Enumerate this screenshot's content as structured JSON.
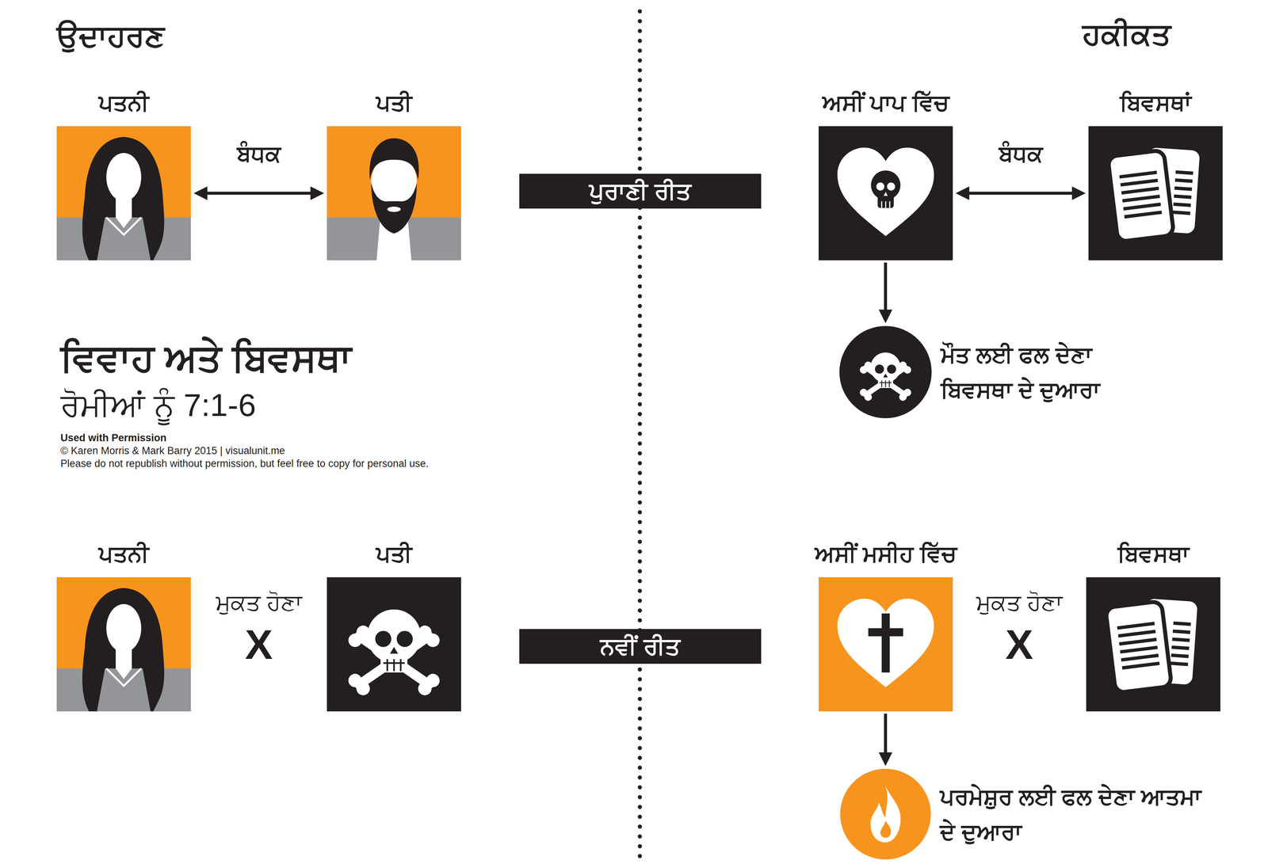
{
  "diagram": {
    "title": "ਵਿਵਾਹ ਅਤੇ ਬਿਵਸਥਾ",
    "nodes": [
      {
        "text": [
          "ਪਤਨੀ"
        ]
      },
      {
        "text": [
          "ਪਤੀ"
        ]
      },
      {
        "text": [
          "ਪੁਰਾਣੀ ਰੀਤ"
        ]
      },
      {
        "text": [
          "ਅਸੀਂ ਪਾਪ ਵਿੱਚ"
        ]
      },
      {
        "text": [
          "ਬਿਵਸਥਾਂ"
        ]
      },
      {
        "text": [
          "ਮੌਤ ਲਈ ਫਲ ਦੇਣਾ ਬਿਵਸਥਾ ਦੇ ਦੁਆਰਾ"
        ]
      },
      {
        "text": [
          "ਪਤਨੀ"
        ]
      },
      {
        "text": [
          "ਪਤੀ"
        ]
      },
      {
        "text": [
          "ਨਵੀਂ ਰੀਤ"
        ]
      },
      {
        "text": [
          "ਅਸੀਂ ਮਸੀਹ ਵਿੱਚ"
        ]
      },
      {
        "text": [
          "ਬਿਵਸਥਾ"
        ]
      },
      {
        "text": [
          "ਪਰਮੇਸ਼ੁਰ ਲਈ ਫਲ ਦੇਣਾ ਆਤਮਾ ਦੇ ਦੁਆਰਾ"
        ]
      }
    ],
    "edges": [
      {
        "from": 0,
        "to": 1,
        "label": "ਬੰਧਕ",
        "arrow": "both"
      },
      {
        "from": 3,
        "to": 4,
        "label": "ਬੰਧਕ",
        "arrow": "both"
      },
      {
        "from": 3,
        "to": 5,
        "arrow": "to"
      },
      {
        "from": 9,
        "to": 11,
        "arrow": "to"
      }
    ],
    "labels": [
      "ਉਦਾਹਰਣ",
      "ਹਕੀਕਤ",
      "ਰੋਮੀਆਂ ਨੂੰ 7:1-6",
      "Used with Permission",
      "© Karen Morris & Mark Barry 2015 | visualunit.me",
      "Please do not republish without permission, but feel free to copy for personal use.",
      "ਮੁਕਤ ਹੋਣਾ",
      "X",
      "ਮੁਕਤ ਹੋਣਾ",
      "X"
    ]
  }
}
